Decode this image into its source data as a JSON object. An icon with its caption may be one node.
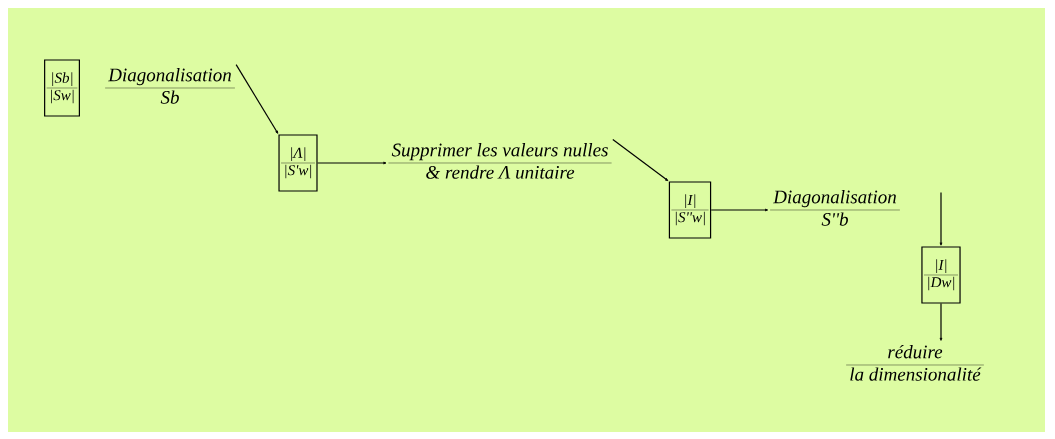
{
  "diagram": {
    "nodes": [
      {
        "text": [
          "|Sb|",
          "|Sw|"
        ]
      },
      {
        "text": [
          "Diagonalisation",
          "Sb"
        ]
      },
      {
        "text": [
          "|Λ|",
          "|S'w|"
        ]
      },
      {
        "text": [
          "Supprimer les valeurs nulles",
          "& rendre Λ unitaire"
        ]
      },
      {
        "text": [
          "|I|",
          "|S''w|"
        ]
      },
      {
        "text": [
          "Diagonalisation",
          "S''b"
        ]
      },
      {
        "text": [
          "|I|",
          "|Dw|"
        ]
      },
      {
        "text": [
          "réduire",
          "la dimensionalité"
        ]
      }
    ],
    "edges": [
      {
        "from": 1,
        "to": 2,
        "arrow": "to"
      },
      {
        "from": 2,
        "to": 3,
        "arrow": "to"
      },
      {
        "from": 3,
        "to": 4,
        "arrow": "to"
      },
      {
        "from": 4,
        "to": 5,
        "arrow": "to"
      },
      {
        "from": 5,
        "to": 6,
        "arrow": "to"
      },
      {
        "from": 6,
        "to": 7,
        "arrow": "to"
      }
    ]
  }
}
